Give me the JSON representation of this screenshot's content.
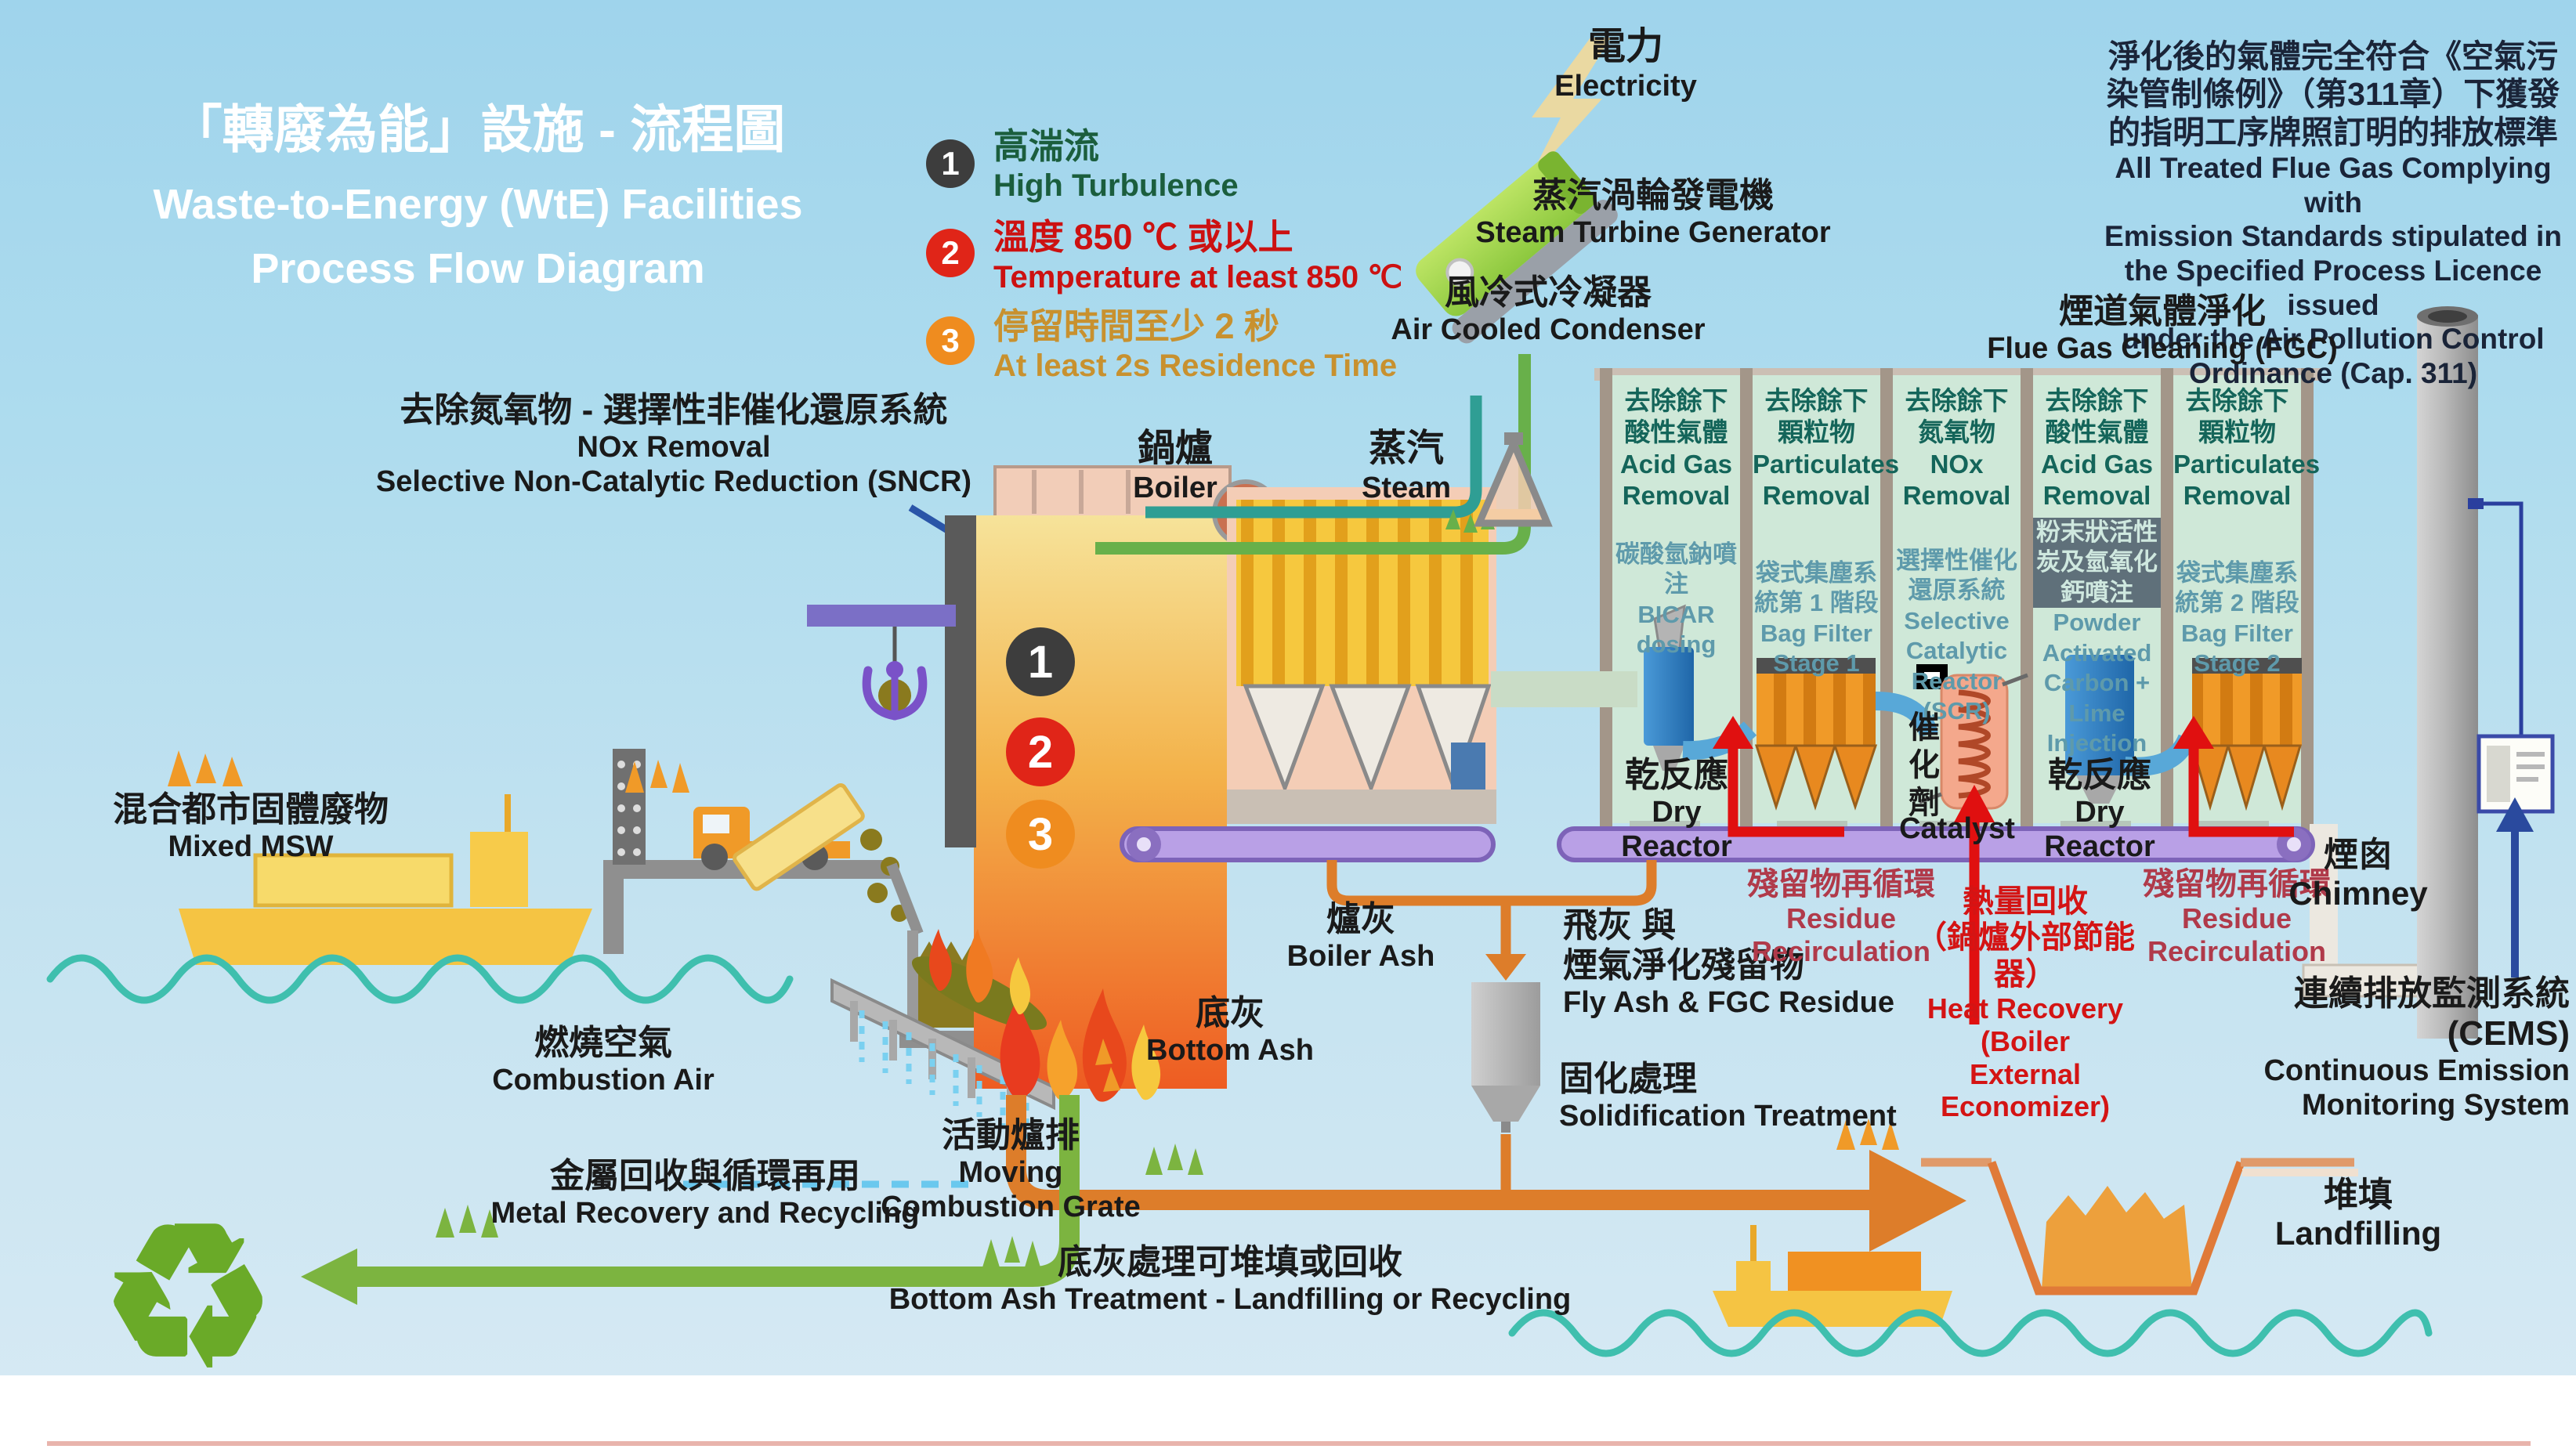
{
  "title": {
    "line1_zh": "「轉廢為能」設施 - 流程圖",
    "line2_en": "Waste-to-Energy (WtE) Facilities",
    "line3_en": "Process Flow Diagram"
  },
  "legend": {
    "item1": {
      "num": "1",
      "zh": "高湍流",
      "en": "High Turbulence"
    },
    "item2": {
      "num": "2",
      "zh": "溫度 850 ℃ 或以上",
      "en": "Temperature at least 850 ℃"
    },
    "item3": {
      "num": "3",
      "zh": "停留時間至少 2 秒",
      "en": "At least 2s Residence Time"
    }
  },
  "furnace_markers": {
    "m1": "1",
    "m2": "2",
    "m3": "3"
  },
  "compliance": {
    "zh1": "淨化後的氣體完全符合《空氣污",
    "zh2": "染管制條例》（第311章）下獲發",
    "zh3": "的指明工序牌照訂明的排放標準",
    "en1": "All Treated Flue Gas Complying with",
    "en2": "Emission Standards stipulated in",
    "en3": "the Specified Process Licence issued",
    "en4": "under the Air Pollution Control",
    "en5": "Ordinance (Cap. 311)"
  },
  "labels": {
    "electricity": {
      "zh": "電力",
      "en": "Electricity"
    },
    "steam_turbine": {
      "zh": "蒸汽渦輪發電機",
      "en": "Steam Turbine Generator"
    },
    "condenser": {
      "zh": "風冷式冷凝器",
      "en": "Air Cooled Condenser"
    },
    "fgc_title": {
      "zh": "煙道氣體淨化",
      "en": "Flue Gas Cleaning (FGC)"
    },
    "sncr": {
      "zh": "去除氮氧物 - 選擇性非催化還原系統",
      "en1": "NOx Removal",
      "en2": "Selective Non-Catalytic Reduction (SNCR)"
    },
    "boiler": {
      "zh": "鍋爐",
      "en": "Boiler"
    },
    "steam": {
      "zh": "蒸汽",
      "en": "Steam"
    },
    "mixed_msw": {
      "zh": "混合都市固體廢物",
      "en": "Mixed MSW"
    },
    "combustion_air": {
      "zh": "燃燒空氣",
      "en": "Combustion Air"
    },
    "moving_grate": {
      "zh": "活動爐排",
      "en1": "Moving",
      "en2": "Combustion Grate"
    },
    "bottom_ash": {
      "zh": "底灰",
      "en": "Bottom Ash"
    },
    "boiler_ash": {
      "zh": "爐灰",
      "en": "Boiler Ash"
    },
    "fly_ash": {
      "zh1": "飛灰 與",
      "zh2": "煙氣淨化殘留物",
      "en": "Fly Ash & FGC Residue"
    },
    "solidification": {
      "zh": "固化處理",
      "en": "Solidification Treatment"
    },
    "residue_recirc_left": {
      "zh": "殘留物再循環",
      "en": "Residue Recirculation"
    },
    "residue_recirc_right": {
      "zh": "殘留物再循環",
      "en": "Residue Recirculation"
    },
    "heat_recovery": {
      "zh1": "熱量回收",
      "zh2": "（鍋爐外部節能器）",
      "en1": "Heat Recovery (Boiler",
      "en2": "External Economizer)"
    },
    "dry_reactor_1": {
      "zh": "乾反應",
      "en": "Dry Reactor"
    },
    "dry_reactor_2": {
      "zh": "乾反應",
      "en": "Dry Reactor"
    },
    "catalyst": {
      "zh1": "催",
      "zh2": "化",
      "zh3": "劑",
      "en": "Catalyst"
    },
    "metal_recovery": {
      "zh": "金屬回收與循環再用",
      "en": "Metal Recovery and Recycling"
    },
    "bottom_ash_treatment": {
      "zh": "底灰處理可堆填或回收",
      "en": "Bottom Ash Treatment - Landfilling or Recycling"
    },
    "landfilling": {
      "zh": "堆填",
      "en": "Landfilling"
    },
    "chimney": {
      "zh": "煙囪",
      "en": "Chimney"
    },
    "cems": {
      "zh": "連續排放監測系統 (CEMS)",
      "en1": "Continuous Emission",
      "en2": "Monitoring System"
    }
  },
  "fgc_columns": [
    {
      "header_zh": "去除餘下酸性氣體",
      "header_en": "Acid Gas Removal",
      "sub_zh": "碳酸氫鈉噴注",
      "sub_en": "BICAR dosing"
    },
    {
      "header_zh": "去除餘下顆粒物",
      "header_en": "Particulates Removal",
      "sub_zh": "袋式集塵系統第 1 階段",
      "sub_en": "Bag Filter Stage 1"
    },
    {
      "header_zh": "去除餘下氮氧物",
      "header_en": "NOx Removal",
      "sub_zh": "選擇性催化還原系統",
      "sub_en": "Selective Catalytic Reactor (SCR)"
    },
    {
      "header_zh": "去除餘下酸性氣體",
      "header_en": "Acid Gas Removal",
      "sub_zh": "粉末狀活性炭及氫氧化鈣噴注",
      "sub_en": "Powder Activated Carbon + Lime Injection"
    },
    {
      "header_zh": "去除餘下顆粒物",
      "header_en": "Particulates Removal",
      "sub_zh": "袋式集塵系統第 2 階段",
      "sub_en": "Bag Filter Stage 2"
    }
  ],
  "icons": {
    "recycle_symbol": "♻"
  },
  "colors": {
    "sky": "#a8d8ee",
    "panel_green": "#cfe8d8",
    "pillar_brown": "#a39689",
    "teal_header": "#14655a",
    "sub_teal": "#5e9aab",
    "accent_red": "#e01010",
    "residue_red": "#b03a4a",
    "heat_red": "#d41414",
    "conveyor_purple": "#b9a0e6",
    "flow_orange": "#dd7d2a",
    "flow_green": "#7cb440",
    "wave_teal": "#3fbfae",
    "marker_dark": "#3d3d3d",
    "marker_red": "#e02518",
    "marker_orange": "#ef8c1f"
  }
}
